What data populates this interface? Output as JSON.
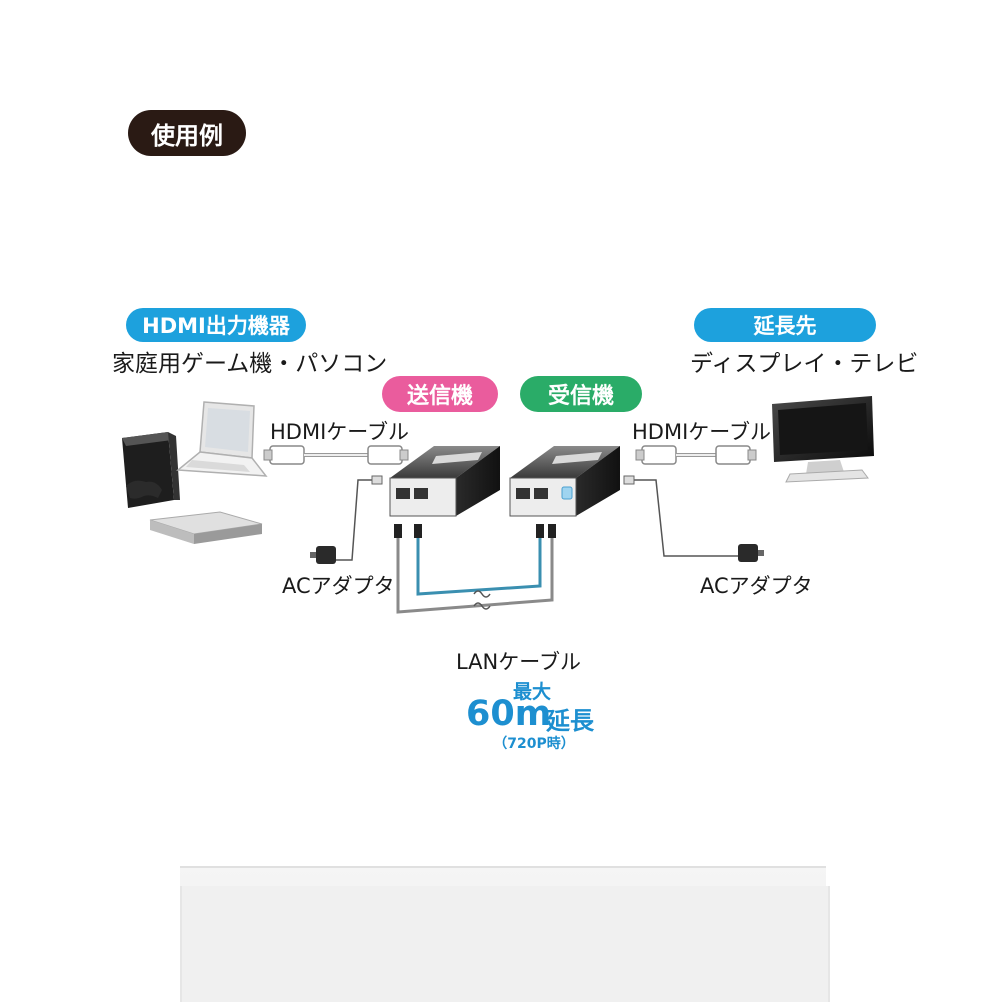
{
  "heading": "使用例",
  "source": {
    "tag": "HDMI出力機器",
    "desc": "家庭用ゲーム機・パソコン"
  },
  "destination": {
    "tag": "延長先",
    "desc": "ディスプレイ・テレビ"
  },
  "transmitter": {
    "tag": "送信機"
  },
  "receiver": {
    "tag": "受信機"
  },
  "labels": {
    "hdmi_cable_left": "HDMIケーブル",
    "hdmi_cable_right": "HDMIケーブル",
    "ac_adapter_left": "ACアダプタ",
    "ac_adapter_right": "ACアダプタ",
    "lan_cable": "LANケーブル"
  },
  "spec": {
    "prefix": "最大",
    "distance": "60m",
    "suffix": "延長",
    "note": "（720P時）"
  },
  "colors": {
    "heading_bg": "#2a1a14",
    "tag_blue": "#1da1dd",
    "tag_pink": "#ea5c9d",
    "tag_green": "#2aac68",
    "spec_blue": "#1d8fd0"
  },
  "icons": [
    "game-console-icon",
    "controller-icon",
    "laptop-icon",
    "bluray-player-icon",
    "tv-icon",
    "transmitter-icon",
    "receiver-icon",
    "hdmi-plug-icon",
    "ac-adapter-icon",
    "lan-cable-icon"
  ]
}
